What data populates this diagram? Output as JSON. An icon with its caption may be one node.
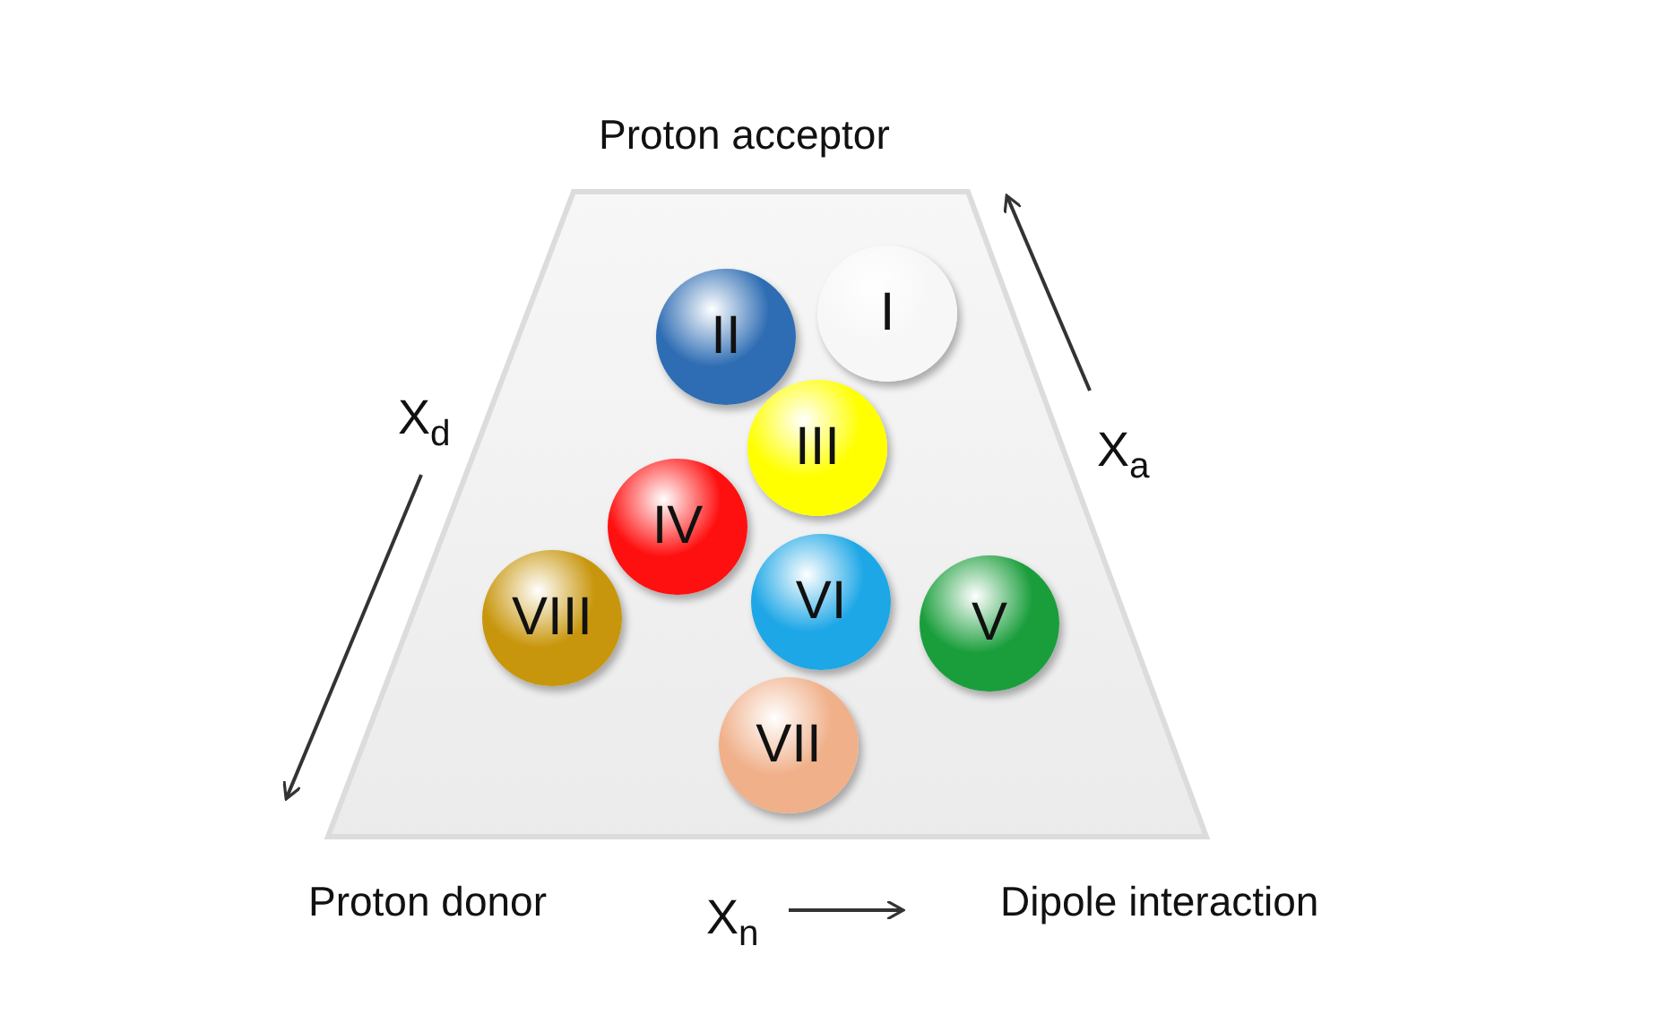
{
  "diagram": {
    "nodes": [
      {
        "text": [],
        "shape": "trapezoid"
      },
      {
        "text": [
          "II"
        ],
        "in": 0
      },
      {
        "text": [
          "I"
        ],
        "in": 0
      },
      {
        "text": [
          "III"
        ],
        "in": 0
      },
      {
        "text": [
          "IV"
        ],
        "in": 0
      },
      {
        "text": [
          "VIII"
        ],
        "in": 0
      },
      {
        "text": [
          "VI"
        ],
        "in": 0
      },
      {
        "text": [
          "V"
        ],
        "in": 0
      },
      {
        "text": [
          "VII"
        ],
        "in": 0
      }
    ],
    "edges": [],
    "labels": [
      "Proton acceptor",
      "X$_{d}$",
      "X$_{a}$",
      "Proton donor",
      "X$_{n}$",
      "Dipole interaction"
    ]
  }
}
